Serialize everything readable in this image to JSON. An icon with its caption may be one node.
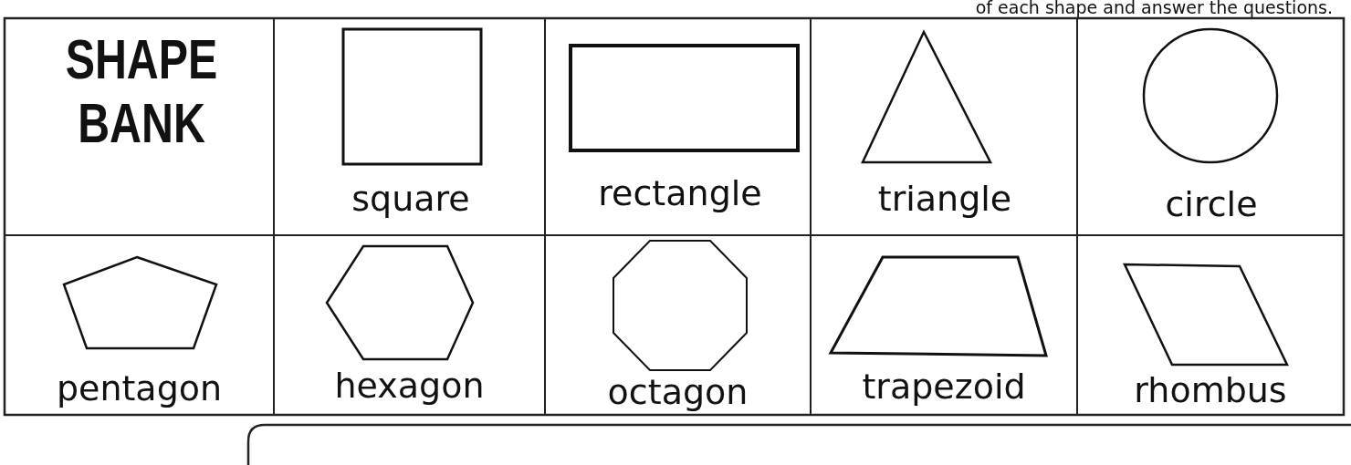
{
  "diagram": {
    "labels": [
      "of each shape and answer the questions.",
      "SHAPE BANK",
      "square",
      "rectangle",
      "triangle",
      "circle",
      "pentagon",
      "hexagon",
      "octagon",
      "trapezoid",
      "rhombus"
    ]
  }
}
